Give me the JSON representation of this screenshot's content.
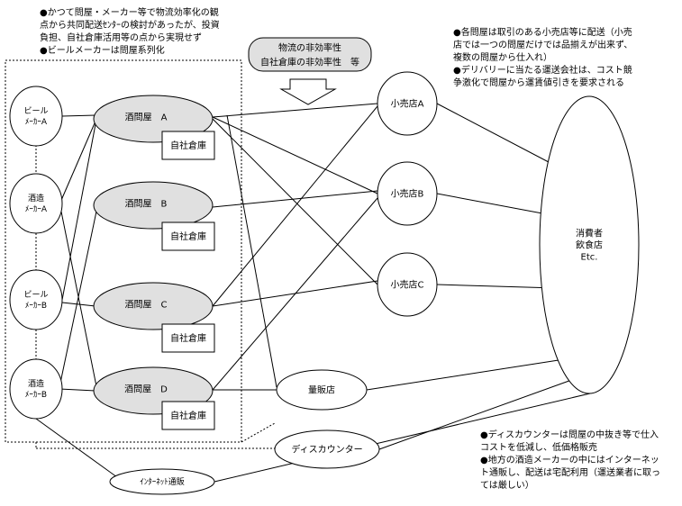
{
  "notes": {
    "top_left": "●かつて問屋・メーカー等で物流効率化の観\n点から共同配送ｾﾝﾀｰの検討があったが、投資\n負担、自社倉庫活用等の点から実現せず\n●ビールメーカーは問屋系列化",
    "top_right": "●各問屋は取引のある小売店等に配送（小売\n店では一つの問屋だけでは品揃えが出来ず、\n複数の問屋から仕入れ）\n●デリバリーに当たる運送会社は、コスト競\n争激化で問屋から運賃値引きを要求される",
    "bottom_right": "●ディスカウンターは問屋の中抜き等で仕入\nコストを低減し、低価格販売\n●地方の酒造メーカーの中にはインターネッ\nト通販し、配送は宅配利用（運送業者に取っ\nては厳しい）"
  },
  "callout": {
    "line1": "物流の非効率性",
    "line2": "自社倉庫の非効率性　等"
  },
  "makers": [
    "ビール\nﾒｰｶｰA",
    "酒造\nﾒｰｶｰA",
    "ビール\nﾒｰｶｰB",
    "酒造\nﾒｰｶｰB"
  ],
  "wholesalers": [
    "酒問屋　A",
    "酒問屋　B",
    "酒問屋　C",
    "酒問屋　D"
  ],
  "warehouse_label": "自社倉庫",
  "retailers": [
    "小売店A",
    "小売店B",
    "小売店C"
  ],
  "mass_retailer": "量販店",
  "discounter": "ディスカウンター",
  "internet": "ｲﾝﾀｰﾈｯﾄ通販",
  "consumer": "消費者\n飲食店\nEtc.",
  "colors": {
    "wholesaler_fill": "#e0e0e0",
    "line": "#000000",
    "background": "#ffffff"
  }
}
